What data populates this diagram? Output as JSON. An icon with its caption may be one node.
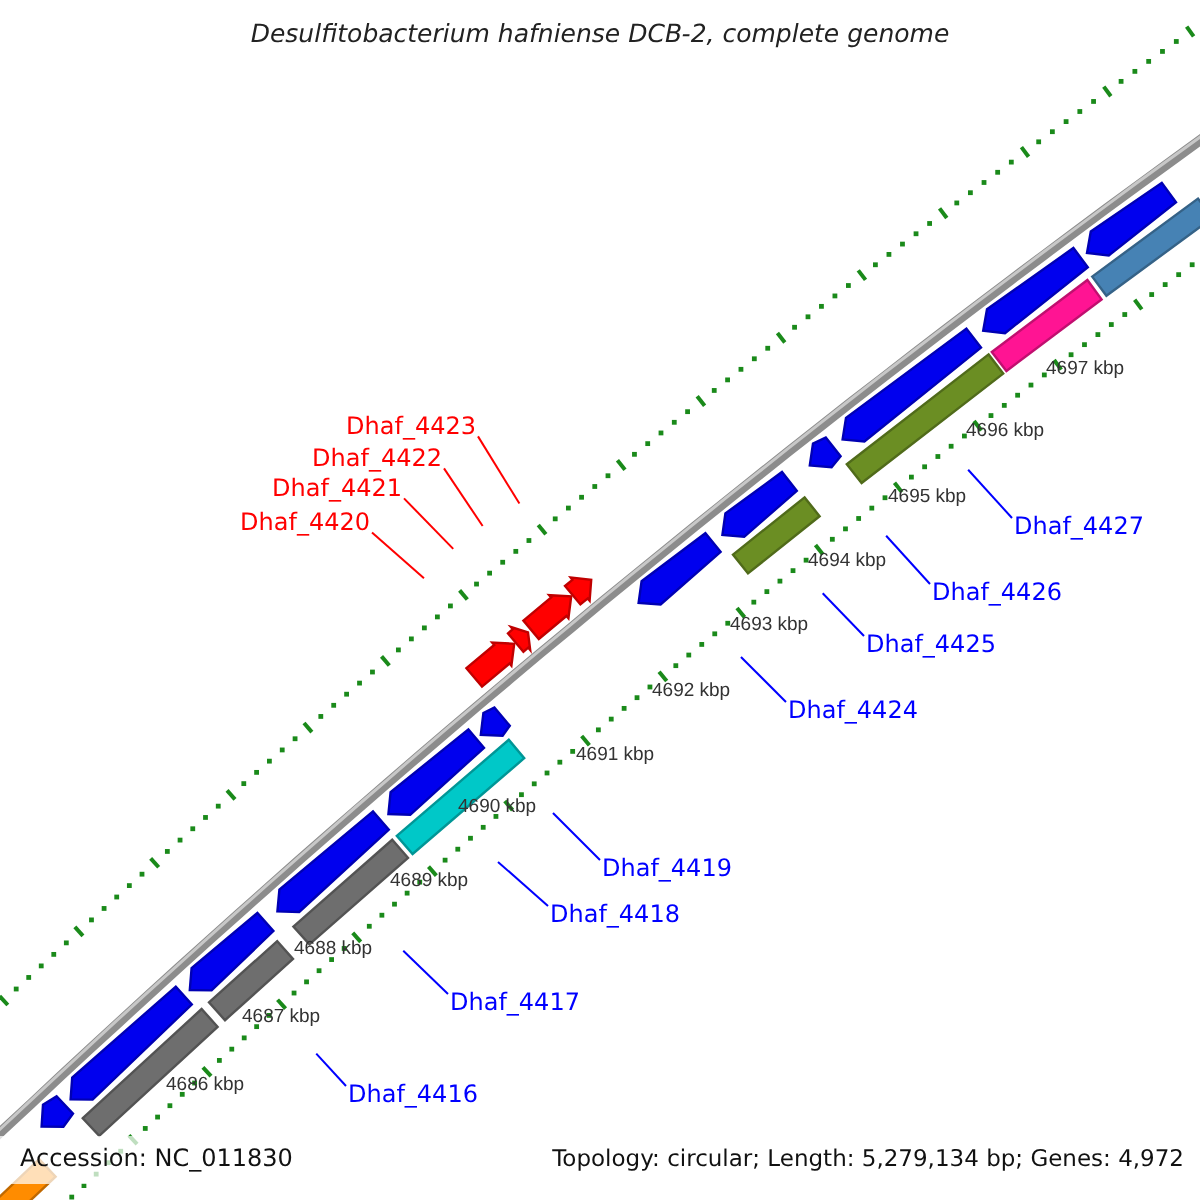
{
  "diagram": {
    "title": "Desulfitobacterium hafniense DCB-2, complete genome",
    "nodes": [
      {
        "text": [
          "Dhaf_4423"
        ]
      },
      {
        "text": [
          "Dhaf_4422"
        ]
      },
      {
        "text": [
          "Dhaf_4421"
        ]
      },
      {
        "text": [
          "Dhaf_4420"
        ]
      },
      {
        "text": [
          "Dhaf_4427"
        ]
      },
      {
        "text": [
          "Dhaf_4426"
        ]
      },
      {
        "text": [
          "Dhaf_4425"
        ]
      },
      {
        "text": [
          "Dhaf_4424"
        ]
      },
      {
        "text": [
          "Dhaf_4419"
        ]
      },
      {
        "text": [
          "Dhaf_4418"
        ]
      },
      {
        "text": [
          "Dhaf_4417"
        ]
      },
      {
        "text": [
          "Dhaf_4416"
        ]
      }
    ],
    "edges": [
      {
        "from": 0,
        "to": null,
        "arrow": "none",
        "color": "#ff0000"
      },
      {
        "from": 1,
        "to": null,
        "arrow": "none",
        "color": "#ff0000"
      },
      {
        "from": 2,
        "to": null,
        "arrow": "none",
        "color": "#ff0000"
      },
      {
        "from": 3,
        "to": null,
        "arrow": "none",
        "color": "#ff0000"
      },
      {
        "from": 4,
        "to": null,
        "arrow": "none"
      },
      {
        "from": 5,
        "to": null,
        "arrow": "none"
      },
      {
        "from": 6,
        "to": null,
        "arrow": "none"
      },
      {
        "from": 7,
        "to": null,
        "arrow": "none"
      },
      {
        "from": 8,
        "to": null,
        "arrow": "none"
      },
      {
        "from": 9,
        "to": null,
        "arrow": "none"
      },
      {
        "from": 10,
        "to": null,
        "arrow": "none"
      },
      {
        "from": 11,
        "to": null,
        "arrow": "none"
      }
    ],
    "labels": [
      "4697 kbp",
      "4696 kbp",
      "4695 kbp",
      "4694 kbp",
      "4693 kbp",
      "4692 kbp",
      "4691 kbp",
      "4690 kbp",
      "4689 kbp",
      "4688 kbp",
      "4687 kbp",
      "4686 kbp",
      "Accession: NC_011830",
      "Topology: circular; Length: 5,279,134 bp; Genes: 4,972"
    ]
  }
}
